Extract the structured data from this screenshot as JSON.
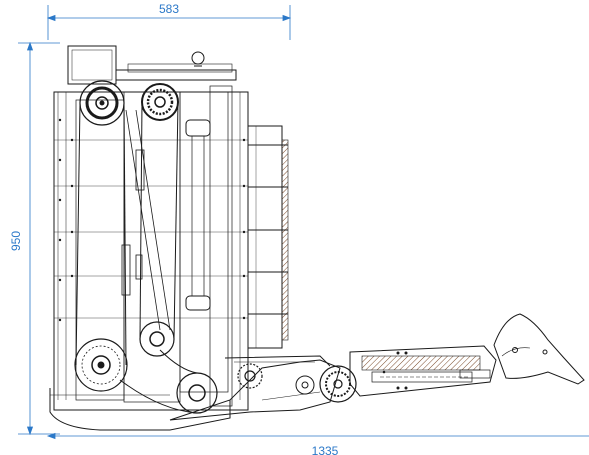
{
  "dimensions": {
    "width_label": "583",
    "height_label": "950",
    "length_label": "1335"
  },
  "colors": {
    "dimension": "#2b78c8",
    "line": "#1a1a1a",
    "hatch": "#7a4a2a",
    "background": "#ffffff"
  }
}
